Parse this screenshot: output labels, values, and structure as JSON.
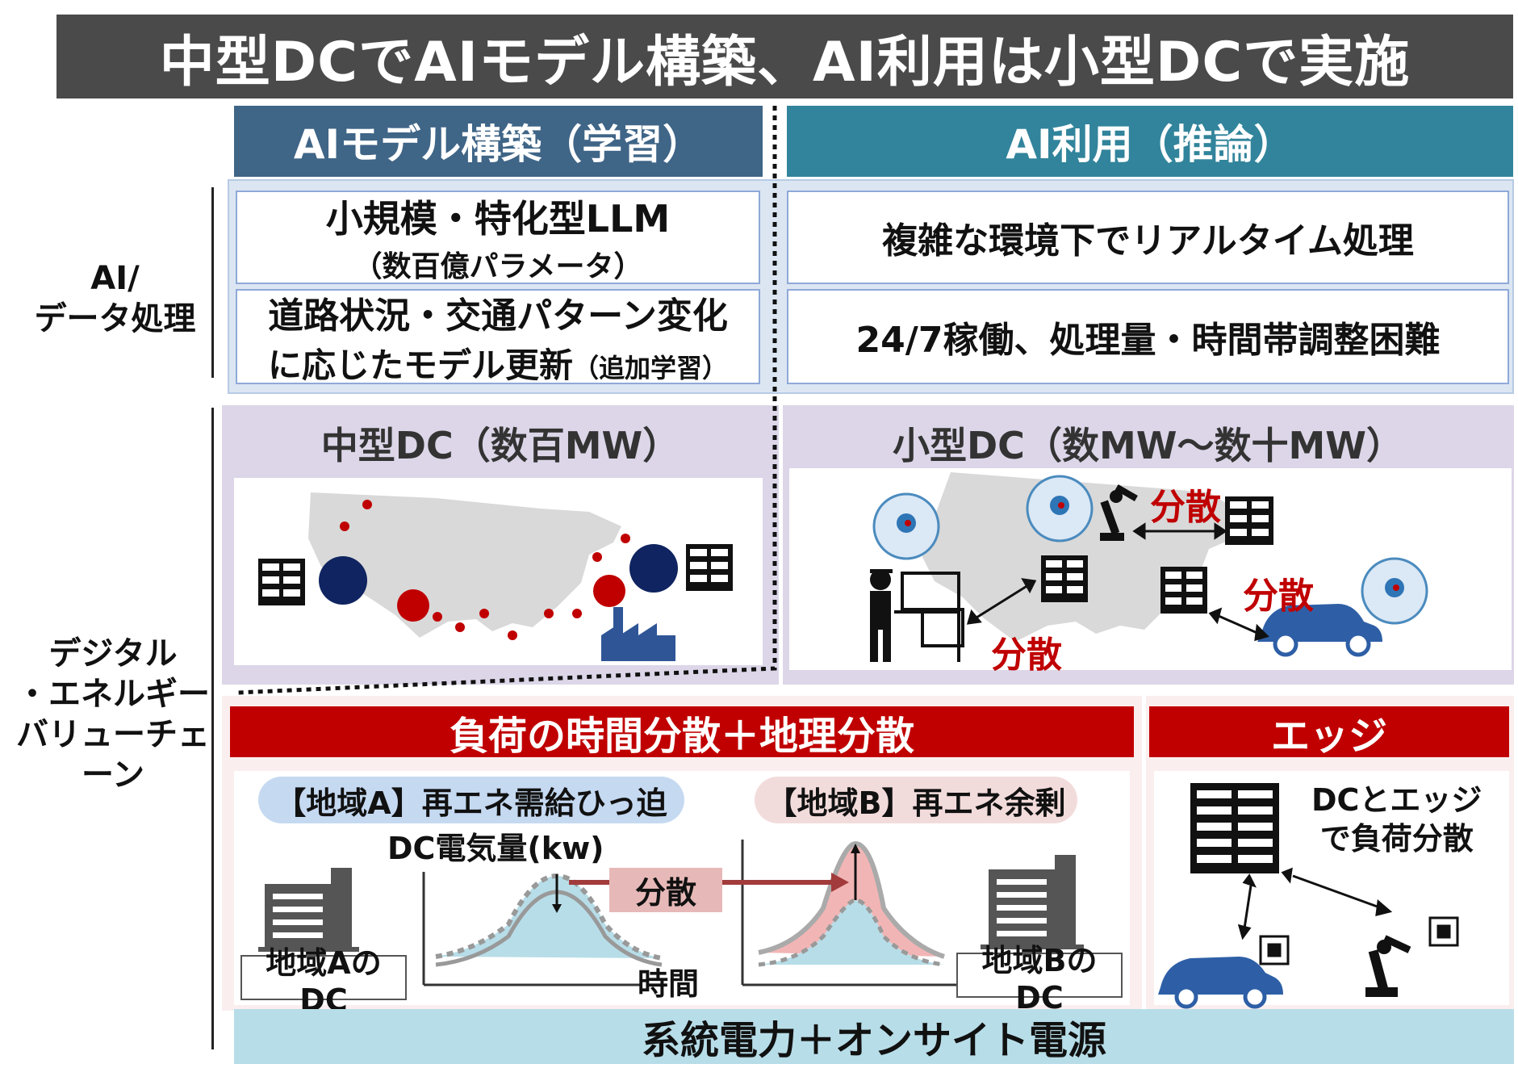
{
  "title": "中型DCでAIモデル構築、AI利用は小型DCで実施",
  "columns": {
    "left_header": "AIモデル構築（学習）",
    "right_header": "AI利用（推論）"
  },
  "side_labels": {
    "ai_data": [
      "AI/",
      "データ処理"
    ],
    "digital": [
      "デジタル",
      "・エネルギー",
      "バリューチェーン"
    ]
  },
  "ai_boxes": {
    "left_top_line1": "小規模・特化型LLM",
    "left_top_line2": "（数百億パラメータ）",
    "left_bottom_line1": "道路状況・交通パターン変化",
    "left_bottom_line2": "に応じたモデル更新",
    "left_bottom_suffix": "（追加学習）",
    "right_top": "複雑な環境下でリアルタイム処理",
    "right_bottom": "24/7稼働、処理量・時間帯調整困難"
  },
  "dc": {
    "mid_label": "中型DC（数百MW）",
    "small_label": "小型DC（数MW～数十MW）",
    "distributed": "分散"
  },
  "load": {
    "header": "負荷の時間分散＋地理分散",
    "region_a": "【地域A】再エネ需給ひっ迫",
    "region_b": "【地域B】再エネ余剰",
    "y_axis": "DC電気量(kw)",
    "x_axis": "時間",
    "shift": "分散",
    "dc_a": "地域AのDC",
    "dc_b": "地域BのDC"
  },
  "edge": {
    "header": "エッジ",
    "text_line1": "DCとエッジ",
    "text_line2": "で負荷分散"
  },
  "power": "系統電力＋オンサイト電源",
  "colors": {
    "title_bg": "#4a4a4a",
    "left_header_bg": "#3f6587",
    "right_header_bg": "#31849b",
    "accent_red": "#c00000",
    "navy": "#0f2460",
    "power_bg": "#b7dde8"
  }
}
